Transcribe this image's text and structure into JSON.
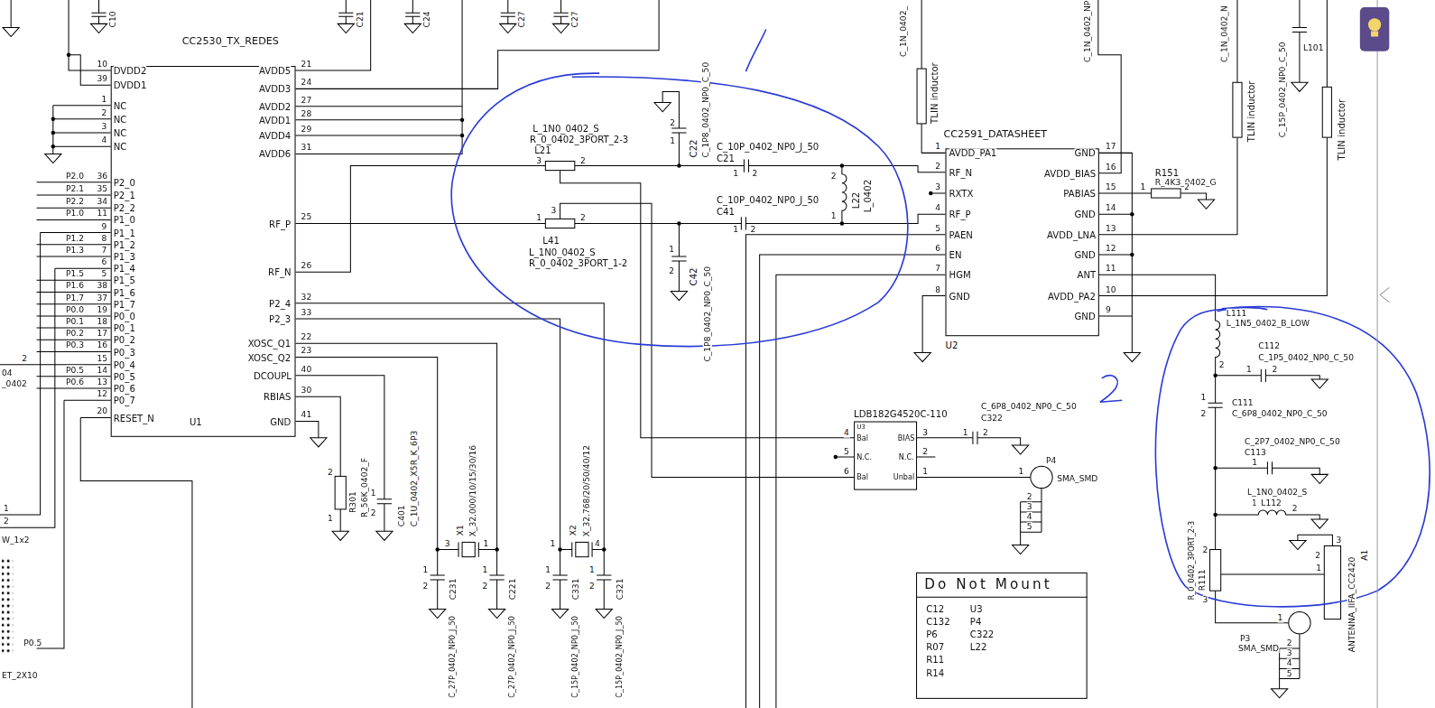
{
  "diagram": {
    "nodes": [
      {
        "text": [
          "CC2530_TX_REDES",
          "DVDD2",
          "DVDD1",
          "NC",
          "NC",
          "NC",
          "NC",
          "P2_0",
          "P2_1",
          "P2_2",
          "P1_0",
          "P1_1",
          "P1_2",
          "P1_3",
          "P1_4",
          "P1_5",
          "P1_6",
          "P1_7",
          "P0_0",
          "P0_1",
          "P0_2",
          "P0_3",
          "P0_4",
          "P0_5",
          "P0_6",
          "P0_7",
          "RESET_N",
          "U1",
          "AVDD5",
          "AVDD3",
          "AVDD2",
          "AVDD1",
          "AVDD4",
          "AVDD6",
          "RF_P",
          "RF_N",
          "P2_4",
          "P2_3",
          "XOSC_Q1",
          "XOSC_Q2",
          "DCOUPL",
          "RBIAS",
          "GND"
        ]
      },
      {
        "text": [
          "CC2591_DATASHEET",
          "AVDD_PA1",
          "RF_N",
          "RXTX",
          "RF_P",
          "PAEN",
          "EN",
          "HGM",
          "GND",
          "GND",
          "AVDD_BIAS",
          "PABIAS",
          "GND",
          "AVDD_LNA",
          "GND",
          "ANT",
          "AVDD_PA2",
          "GND"
        ]
      },
      {
        "text": [
          "LDB182G4520C-110",
          "U3",
          "Bal",
          "N.C.",
          "Bal",
          "BIAS",
          "N.C.",
          "Unbal"
        ]
      },
      {
        "text": [
          "Do Not Mount",
          "C12",
          "C132",
          "P6",
          "R07",
          "R11",
          "R14",
          "U3",
          "P4",
          "C322",
          "L22"
        ]
      }
    ],
    "labels": [
      "10",
      "39",
      "1",
      "2",
      "3",
      "4",
      "36",
      "35",
      "34",
      "11",
      "9",
      "8",
      "7",
      "6",
      "5",
      "38",
      "37",
      "19",
      "18",
      "17",
      "16",
      "15",
      "14",
      "13",
      "12",
      "20",
      "P2.0",
      "P2.1",
      "P2.2",
      "P1.0",
      "P1.2",
      "P1.3",
      "P1.5",
      "P1.6",
      "P1.7",
      "P0.0",
      "P0.1",
      "P0.2",
      "P0.3",
      "P0.5",
      "P0.6",
      "21",
      "24",
      "27",
      "28",
      "29",
      "31",
      "25",
      "26",
      "32",
      "33",
      "22",
      "23",
      "40",
      "30",
      "41",
      "1",
      "2",
      "3",
      "4",
      "5",
      "6",
      "7",
      "8",
      "17",
      "16",
      "15",
      "14",
      "13",
      "12",
      "11",
      "10",
      "9",
      "4",
      "5",
      "6",
      "3",
      "2",
      "1",
      "U2",
      "L_1N0_0402_S",
      "R_0_0402_3PORT_2-3",
      "L21",
      "3",
      "2",
      "2",
      "1",
      "C22",
      "C_1P8_0402_NP0_C_50",
      "C_10P_0402_NP0_J_50",
      "C21",
      "1",
      "2",
      "2",
      "1",
      "L22",
      "L_0402",
      "C_10P_0402_NP0_J_50",
      "C41",
      "1",
      "2",
      "1",
      "2",
      "3",
      "L41",
      "L_1N0_0402_S",
      "R_0_0402_3PORT_1-2",
      "1",
      "2",
      "C42",
      "C_1P8_0402_NP0_C_50",
      "C_1N_0402_",
      "TLIN inductor",
      "C_1N_0402_NP",
      "C_1N_0402_N",
      "TLIN inductor",
      "C_15P_0402_NP0_C_50",
      "L101",
      "TLIN inductor",
      "R151",
      "R_4K3_0402_G",
      "1",
      "2",
      "L111",
      "L_1N5_0402_B_LOW",
      "2",
      "C112",
      "C_1P5_0402_NP0_C_50",
      "1",
      "2",
      "C111",
      "C_6P8_0402_NP0_C_50",
      "1",
      "2",
      "C_2P7_0402_NP0_C_50",
      "C113",
      "1",
      "L_1N0_0402_S",
      "1",
      "L112",
      "2",
      "R_0_0402_3PORT_2-3",
      "R111",
      "2",
      "3",
      "1",
      "2",
      "3",
      "ANTENNA_IIFA_CC2420",
      "A1",
      "1",
      "P3",
      "SMA_SMD",
      "2",
      "3",
      "4",
      "5",
      "P4",
      "SMA_SMD",
      "1",
      "2",
      "3",
      "4",
      "5",
      "C_6P8_0402_NP0_C_50",
      "C322",
      "1",
      "2",
      "R_56K_0402_F",
      "R301",
      "2",
      "1",
      "1",
      "2",
      "C401",
      "C_1U_0402_X5R_K_6P3",
      "X1",
      "X_32.000/10/15/30/16",
      "3",
      "1",
      "1",
      "2",
      "C231",
      "C_27P_0402_NP0_J_50",
      "1",
      "2",
      "C221",
      "C_27P_0402_NP0_J_50",
      "X2",
      "X_32.768/20/50/40/12",
      "1",
      "4",
      "1",
      "2",
      "C331",
      "C_15P_0402_NP0_J_50",
      "1",
      "2",
      "C321",
      "C_15P_0402_NP0_J_50",
      "2",
      "04",
      "_0402",
      "1",
      "2",
      "W_1x2",
      "P0.5",
      "ET_2X10",
      "C10",
      "C21",
      "C24",
      "C27",
      "C27"
    ]
  }
}
